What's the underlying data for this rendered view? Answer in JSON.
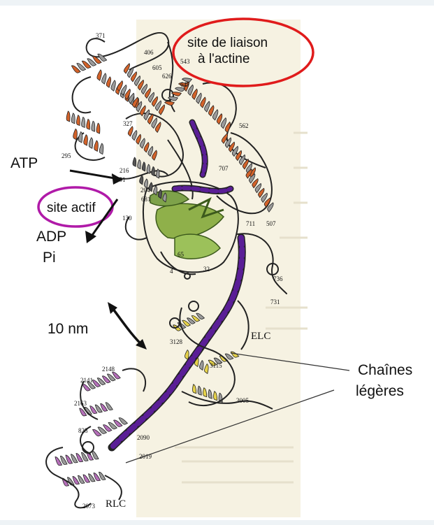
{
  "labels": {
    "actin_site_line1": "site de liaison",
    "actin_site_line2": "à l'actine",
    "atp": "ATP",
    "active_site": "site actif",
    "adp": "ADP",
    "pi": "Pi",
    "scale": "10 nm",
    "elc": "ELC",
    "rlc": "RLC",
    "light_chains_line1": "Chaînes",
    "light_chains_line2": "légères"
  },
  "residues": {
    "r371": "371",
    "r406": "406",
    "r543": "543",
    "r605": "605",
    "r626": "626",
    "r647": "647",
    "r562": "562",
    "r327": "327",
    "r295": "295",
    "r216": "216",
    "r301": "301",
    "r204": "204",
    "r681": "681",
    "r130": "130",
    "r707": "707",
    "r711": "711",
    "r507": "507",
    "r65": "65",
    "r4": "4",
    "r32": "32",
    "r736": "736",
    "r731": "731",
    "r3128": "3128",
    "r3115": "3115",
    "r3005": "3005",
    "r2148": "2148",
    "r2141": "2141",
    "r2163": "2163",
    "r828": "828",
    "r2090": "2090",
    "r2019": "2019",
    "r2073": "2073"
  },
  "colors": {
    "upper_50k": "#d2622a",
    "lower_50k": "#8fb04a",
    "heavy_chain_helix": "#5a1e96",
    "elc": "#e6d24a",
    "rlc": "#b46fb8",
    "actin_site_ellipse": "#e01b1b",
    "active_site_ellipse": "#b01aa8"
  }
}
